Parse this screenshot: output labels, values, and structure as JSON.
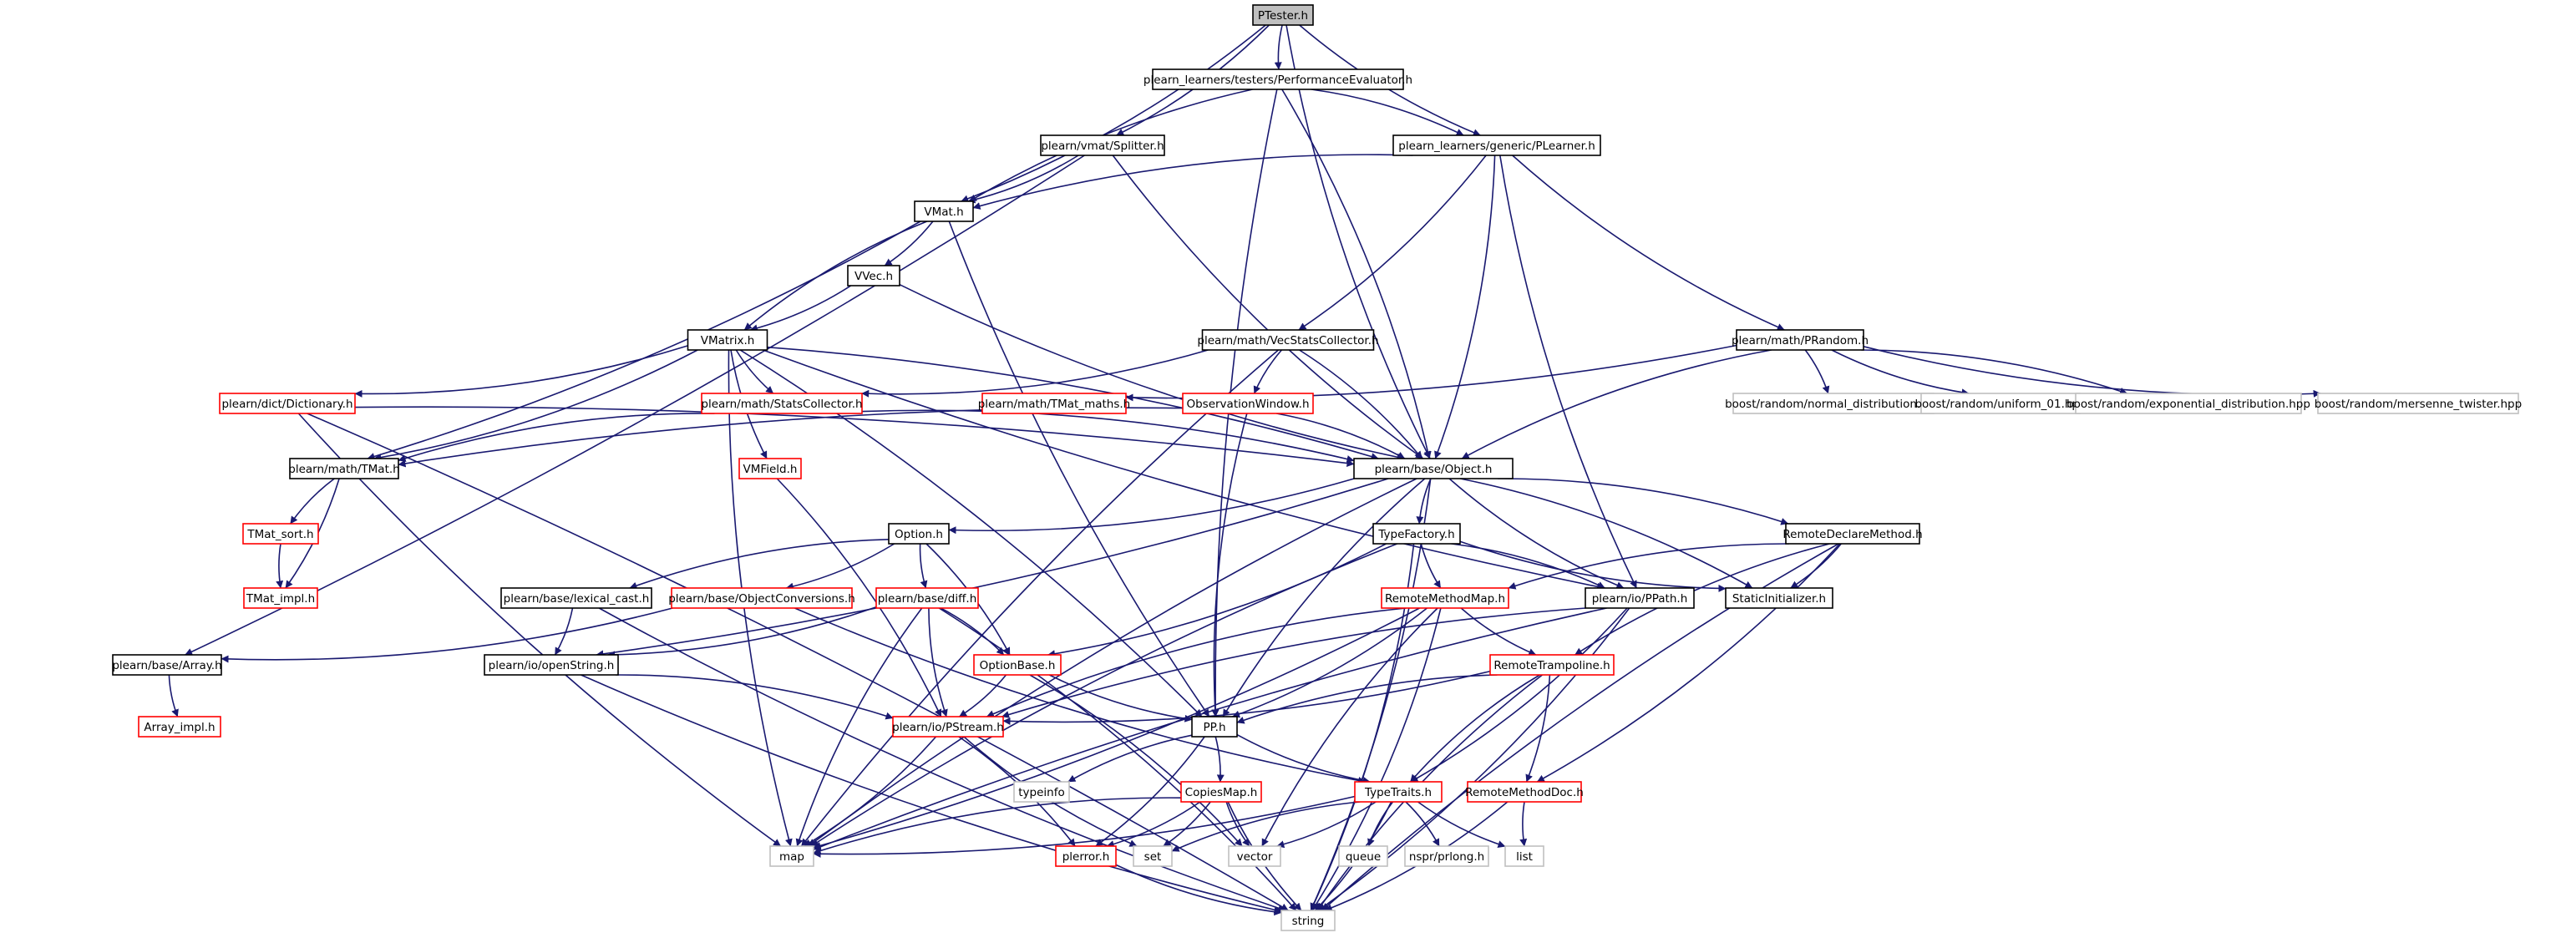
{
  "colors": {
    "edge": "#191970",
    "border_default": "#000000",
    "border_link": "#ff0000",
    "border_external": "#bfbfbf",
    "root_fill": "#bfbfbf",
    "node_fill": "#ffffff"
  },
  "nodes": [
    {
      "id": "ptester",
      "label": "PTester.h",
      "style": "root"
    },
    {
      "id": "perfeval",
      "label": "plearn_learners/testers/PerformanceEvaluator.h",
      "style": "default"
    },
    {
      "id": "splitter",
      "label": "plearn/vmat/Splitter.h",
      "style": "default"
    },
    {
      "id": "plearner",
      "label": "plearn_learners/generic/PLearner.h",
      "style": "default"
    },
    {
      "id": "vmat",
      "label": "VMat.h",
      "style": "default"
    },
    {
      "id": "vvec",
      "label": "VVec.h",
      "style": "default"
    },
    {
      "id": "vmatrix",
      "label": "VMatrix.h",
      "style": "default"
    },
    {
      "id": "vecstats",
      "label": "plearn/math/VecStatsCollector.h",
      "style": "default"
    },
    {
      "id": "prandom",
      "label": "plearn/math/PRandom.h",
      "style": "default"
    },
    {
      "id": "dictionary",
      "label": "plearn/dict/Dictionary.h",
      "style": "link"
    },
    {
      "id": "statscollector",
      "label": "plearn/math/StatsCollector.h",
      "style": "link"
    },
    {
      "id": "tmatmaths",
      "label": "plearn/math/TMat_maths.h",
      "style": "link"
    },
    {
      "id": "obswindow",
      "label": "ObservationWindow.h",
      "style": "link"
    },
    {
      "id": "normaldist",
      "label": "boost/random/normal_distribution.hpp",
      "style": "external"
    },
    {
      "id": "uniform01",
      "label": "boost/random/uniform_01.hpp",
      "style": "external"
    },
    {
      "id": "expdist",
      "label": "boost/random/exponential_distribution.hpp",
      "style": "external"
    },
    {
      "id": "mersenne",
      "label": "boost/random/mersenne_twister.hpp",
      "style": "external"
    },
    {
      "id": "tmat",
      "label": "plearn/math/TMat.h",
      "style": "default"
    },
    {
      "id": "vmfield",
      "label": "VMField.h",
      "style": "link"
    },
    {
      "id": "object",
      "label": "plearn/base/Object.h",
      "style": "default"
    },
    {
      "id": "tmatsort",
      "label": "TMat_sort.h",
      "style": "link"
    },
    {
      "id": "tmatimpl",
      "label": "TMat_impl.h",
      "style": "link"
    },
    {
      "id": "option",
      "label": "Option.h",
      "style": "default"
    },
    {
      "id": "typefactory",
      "label": "TypeFactory.h",
      "style": "default"
    },
    {
      "id": "remotedecl",
      "label": "RemoteDeclareMethod.h",
      "style": "default"
    },
    {
      "id": "lexicalcast",
      "label": "plearn/base/lexical_cast.h",
      "style": "default"
    },
    {
      "id": "objconv",
      "label": "plearn/base/ObjectConversions.h",
      "style": "link"
    },
    {
      "id": "diff",
      "label": "plearn/base/diff.h",
      "style": "link"
    },
    {
      "id": "remotemethodmap",
      "label": "RemoteMethodMap.h",
      "style": "link"
    },
    {
      "id": "ppath",
      "label": "plearn/io/PPath.h",
      "style": "default"
    },
    {
      "id": "staticinit",
      "label": "StaticInitializer.h",
      "style": "default"
    },
    {
      "id": "array",
      "label": "plearn/base/Array.h",
      "style": "default"
    },
    {
      "id": "openstring",
      "label": "plearn/io/openString.h",
      "style": "default"
    },
    {
      "id": "optionbase",
      "label": "OptionBase.h",
      "style": "link"
    },
    {
      "id": "remotetrampoline",
      "label": "RemoteTrampoline.h",
      "style": "link"
    },
    {
      "id": "arrayimpl",
      "label": "Array_impl.h",
      "style": "link"
    },
    {
      "id": "pstream",
      "label": "plearn/io/PStream.h",
      "style": "link"
    },
    {
      "id": "pp",
      "label": "PP.h",
      "style": "default"
    },
    {
      "id": "typeinfo",
      "label": "typeinfo",
      "style": "external"
    },
    {
      "id": "copiesmap",
      "label": "CopiesMap.h",
      "style": "link"
    },
    {
      "id": "typetraits",
      "label": "TypeTraits.h",
      "style": "link"
    },
    {
      "id": "remotemethoddoc",
      "label": "RemoteMethodDoc.h",
      "style": "link"
    },
    {
      "id": "map",
      "label": "map",
      "style": "external"
    },
    {
      "id": "set",
      "label": "set",
      "style": "external"
    },
    {
      "id": "perror",
      "label": "plerror.h",
      "style": "link"
    },
    {
      "id": "vector",
      "label": "vector",
      "style": "external"
    },
    {
      "id": "queue",
      "label": "queue",
      "style": "external"
    },
    {
      "id": "nspr",
      "label": "nspr/prlong.h",
      "style": "external"
    },
    {
      "id": "list",
      "label": "list",
      "style": "external"
    },
    {
      "id": "string",
      "label": "string",
      "style": "external"
    }
  ],
  "edges": [
    [
      "ptester",
      "perfeval"
    ],
    [
      "ptester",
      "splitter"
    ],
    [
      "ptester",
      "plearner"
    ],
    [
      "ptester",
      "vmat"
    ],
    [
      "ptester",
      "object"
    ],
    [
      "perfeval",
      "plearner"
    ],
    [
      "perfeval",
      "vmat"
    ],
    [
      "perfeval",
      "object"
    ],
    [
      "perfeval",
      "pp"
    ],
    [
      "splitter",
      "vmat"
    ],
    [
      "splitter",
      "object"
    ],
    [
      "splitter",
      "array"
    ],
    [
      "plearner",
      "vmat"
    ],
    [
      "plearner",
      "vecstats"
    ],
    [
      "plearner",
      "prandom"
    ],
    [
      "plearner",
      "object"
    ],
    [
      "plearner",
      "ppath"
    ],
    [
      "vmat",
      "vvec"
    ],
    [
      "vmat",
      "vmatrix"
    ],
    [
      "vmat",
      "tmat"
    ],
    [
      "vmat",
      "pp"
    ],
    [
      "vvec",
      "vmatrix"
    ],
    [
      "vvec",
      "object"
    ],
    [
      "vmatrix",
      "dictionary"
    ],
    [
      "vmatrix",
      "statscollector"
    ],
    [
      "vmatrix",
      "tmat"
    ],
    [
      "vmatrix",
      "vmfield"
    ],
    [
      "vmatrix",
      "object"
    ],
    [
      "vmatrix",
      "ppath"
    ],
    [
      "vmatrix",
      "pp"
    ],
    [
      "vmatrix",
      "map"
    ],
    [
      "vecstats",
      "statscollector"
    ],
    [
      "vecstats",
      "obswindow"
    ],
    [
      "vecstats",
      "object"
    ],
    [
      "vecstats",
      "map"
    ],
    [
      "prandom",
      "tmatmaths"
    ],
    [
      "prandom",
      "object"
    ],
    [
      "prandom",
      "normaldist"
    ],
    [
      "prandom",
      "uniform01"
    ],
    [
      "prandom",
      "expdist"
    ],
    [
      "prandom",
      "mersenne"
    ],
    [
      "dictionary",
      "object"
    ],
    [
      "dictionary",
      "map"
    ],
    [
      "dictionary",
      "string"
    ],
    [
      "statscollector",
      "tmat"
    ],
    [
      "statscollector",
      "object"
    ],
    [
      "obswindow",
      "tmat"
    ],
    [
      "obswindow",
      "object"
    ],
    [
      "obswindow",
      "pp"
    ],
    [
      "vmfield",
      "pstream"
    ],
    [
      "tmat",
      "tmatsort"
    ],
    [
      "tmat",
      "tmatimpl"
    ],
    [
      "tmatsort",
      "tmatimpl"
    ],
    [
      "object",
      "option"
    ],
    [
      "object",
      "typefactory"
    ],
    [
      "object",
      "remotedecl"
    ],
    [
      "object",
      "ppath"
    ],
    [
      "object",
      "staticinit"
    ],
    [
      "object",
      "pp"
    ],
    [
      "object",
      "openstring"
    ],
    [
      "object",
      "map"
    ],
    [
      "object",
      "string"
    ],
    [
      "option",
      "lexicalcast"
    ],
    [
      "option",
      "objconv"
    ],
    [
      "option",
      "diff"
    ],
    [
      "option",
      "optionbase"
    ],
    [
      "typefactory",
      "remotemethodmap"
    ],
    [
      "typefactory",
      "ppath"
    ],
    [
      "typefactory",
      "staticinit"
    ],
    [
      "typefactory",
      "optionbase"
    ],
    [
      "typefactory",
      "map"
    ],
    [
      "typefactory",
      "string"
    ],
    [
      "remotedecl",
      "remotemethodmap"
    ],
    [
      "remotedecl",
      "staticinit"
    ],
    [
      "remotedecl",
      "remotetrampoline"
    ],
    [
      "remotedecl",
      "remotemethoddoc"
    ],
    [
      "remotedecl",
      "string"
    ],
    [
      "lexicalcast",
      "openstring"
    ],
    [
      "lexicalcast",
      "string"
    ],
    [
      "objconv",
      "array"
    ],
    [
      "objconv",
      "typetraits"
    ],
    [
      "diff",
      "optionbase"
    ],
    [
      "diff",
      "pstream"
    ],
    [
      "diff",
      "openstring"
    ],
    [
      "diff",
      "map"
    ],
    [
      "diff",
      "string"
    ],
    [
      "remotemethodmap",
      "remotetrampoline"
    ],
    [
      "remotemethodmap",
      "pp"
    ],
    [
      "remotemethodmap",
      "pstream"
    ],
    [
      "remotemethodmap",
      "map"
    ],
    [
      "remotemethodmap",
      "vector"
    ],
    [
      "remotemethodmap",
      "string"
    ],
    [
      "ppath",
      "pstream"
    ],
    [
      "ppath",
      "typetraits"
    ],
    [
      "ppath",
      "map"
    ],
    [
      "ppath",
      "string"
    ],
    [
      "array",
      "arrayimpl"
    ],
    [
      "openstring",
      "pstream"
    ],
    [
      "openstring",
      "string"
    ],
    [
      "optionbase",
      "pstream"
    ],
    [
      "optionbase",
      "pp"
    ],
    [
      "optionbase",
      "vector"
    ],
    [
      "remotetrampoline",
      "pp"
    ],
    [
      "remotetrampoline",
      "pstream"
    ],
    [
      "remotetrampoline",
      "typetraits"
    ],
    [
      "remotetrampoline",
      "remotemethoddoc"
    ],
    [
      "remotetrampoline",
      "string"
    ],
    [
      "pstream",
      "map"
    ],
    [
      "pstream",
      "set"
    ],
    [
      "pstream",
      "perror"
    ],
    [
      "pp",
      "typeinfo"
    ],
    [
      "pp",
      "copiesmap"
    ],
    [
      "pp",
      "typetraits"
    ],
    [
      "pp",
      "perror"
    ],
    [
      "copiesmap",
      "map"
    ],
    [
      "copiesmap",
      "set"
    ],
    [
      "copiesmap",
      "vector"
    ],
    [
      "copiesmap",
      "perror"
    ],
    [
      "copiesmap",
      "string"
    ],
    [
      "typetraits",
      "map"
    ],
    [
      "typetraits",
      "set"
    ],
    [
      "typetraits",
      "vector"
    ],
    [
      "typetraits",
      "queue"
    ],
    [
      "typetraits",
      "nspr"
    ],
    [
      "typetraits",
      "list"
    ],
    [
      "typetraits",
      "string"
    ],
    [
      "remotemethoddoc",
      "list"
    ],
    [
      "remotemethoddoc",
      "string"
    ],
    [
      "perror",
      "string"
    ]
  ]
}
